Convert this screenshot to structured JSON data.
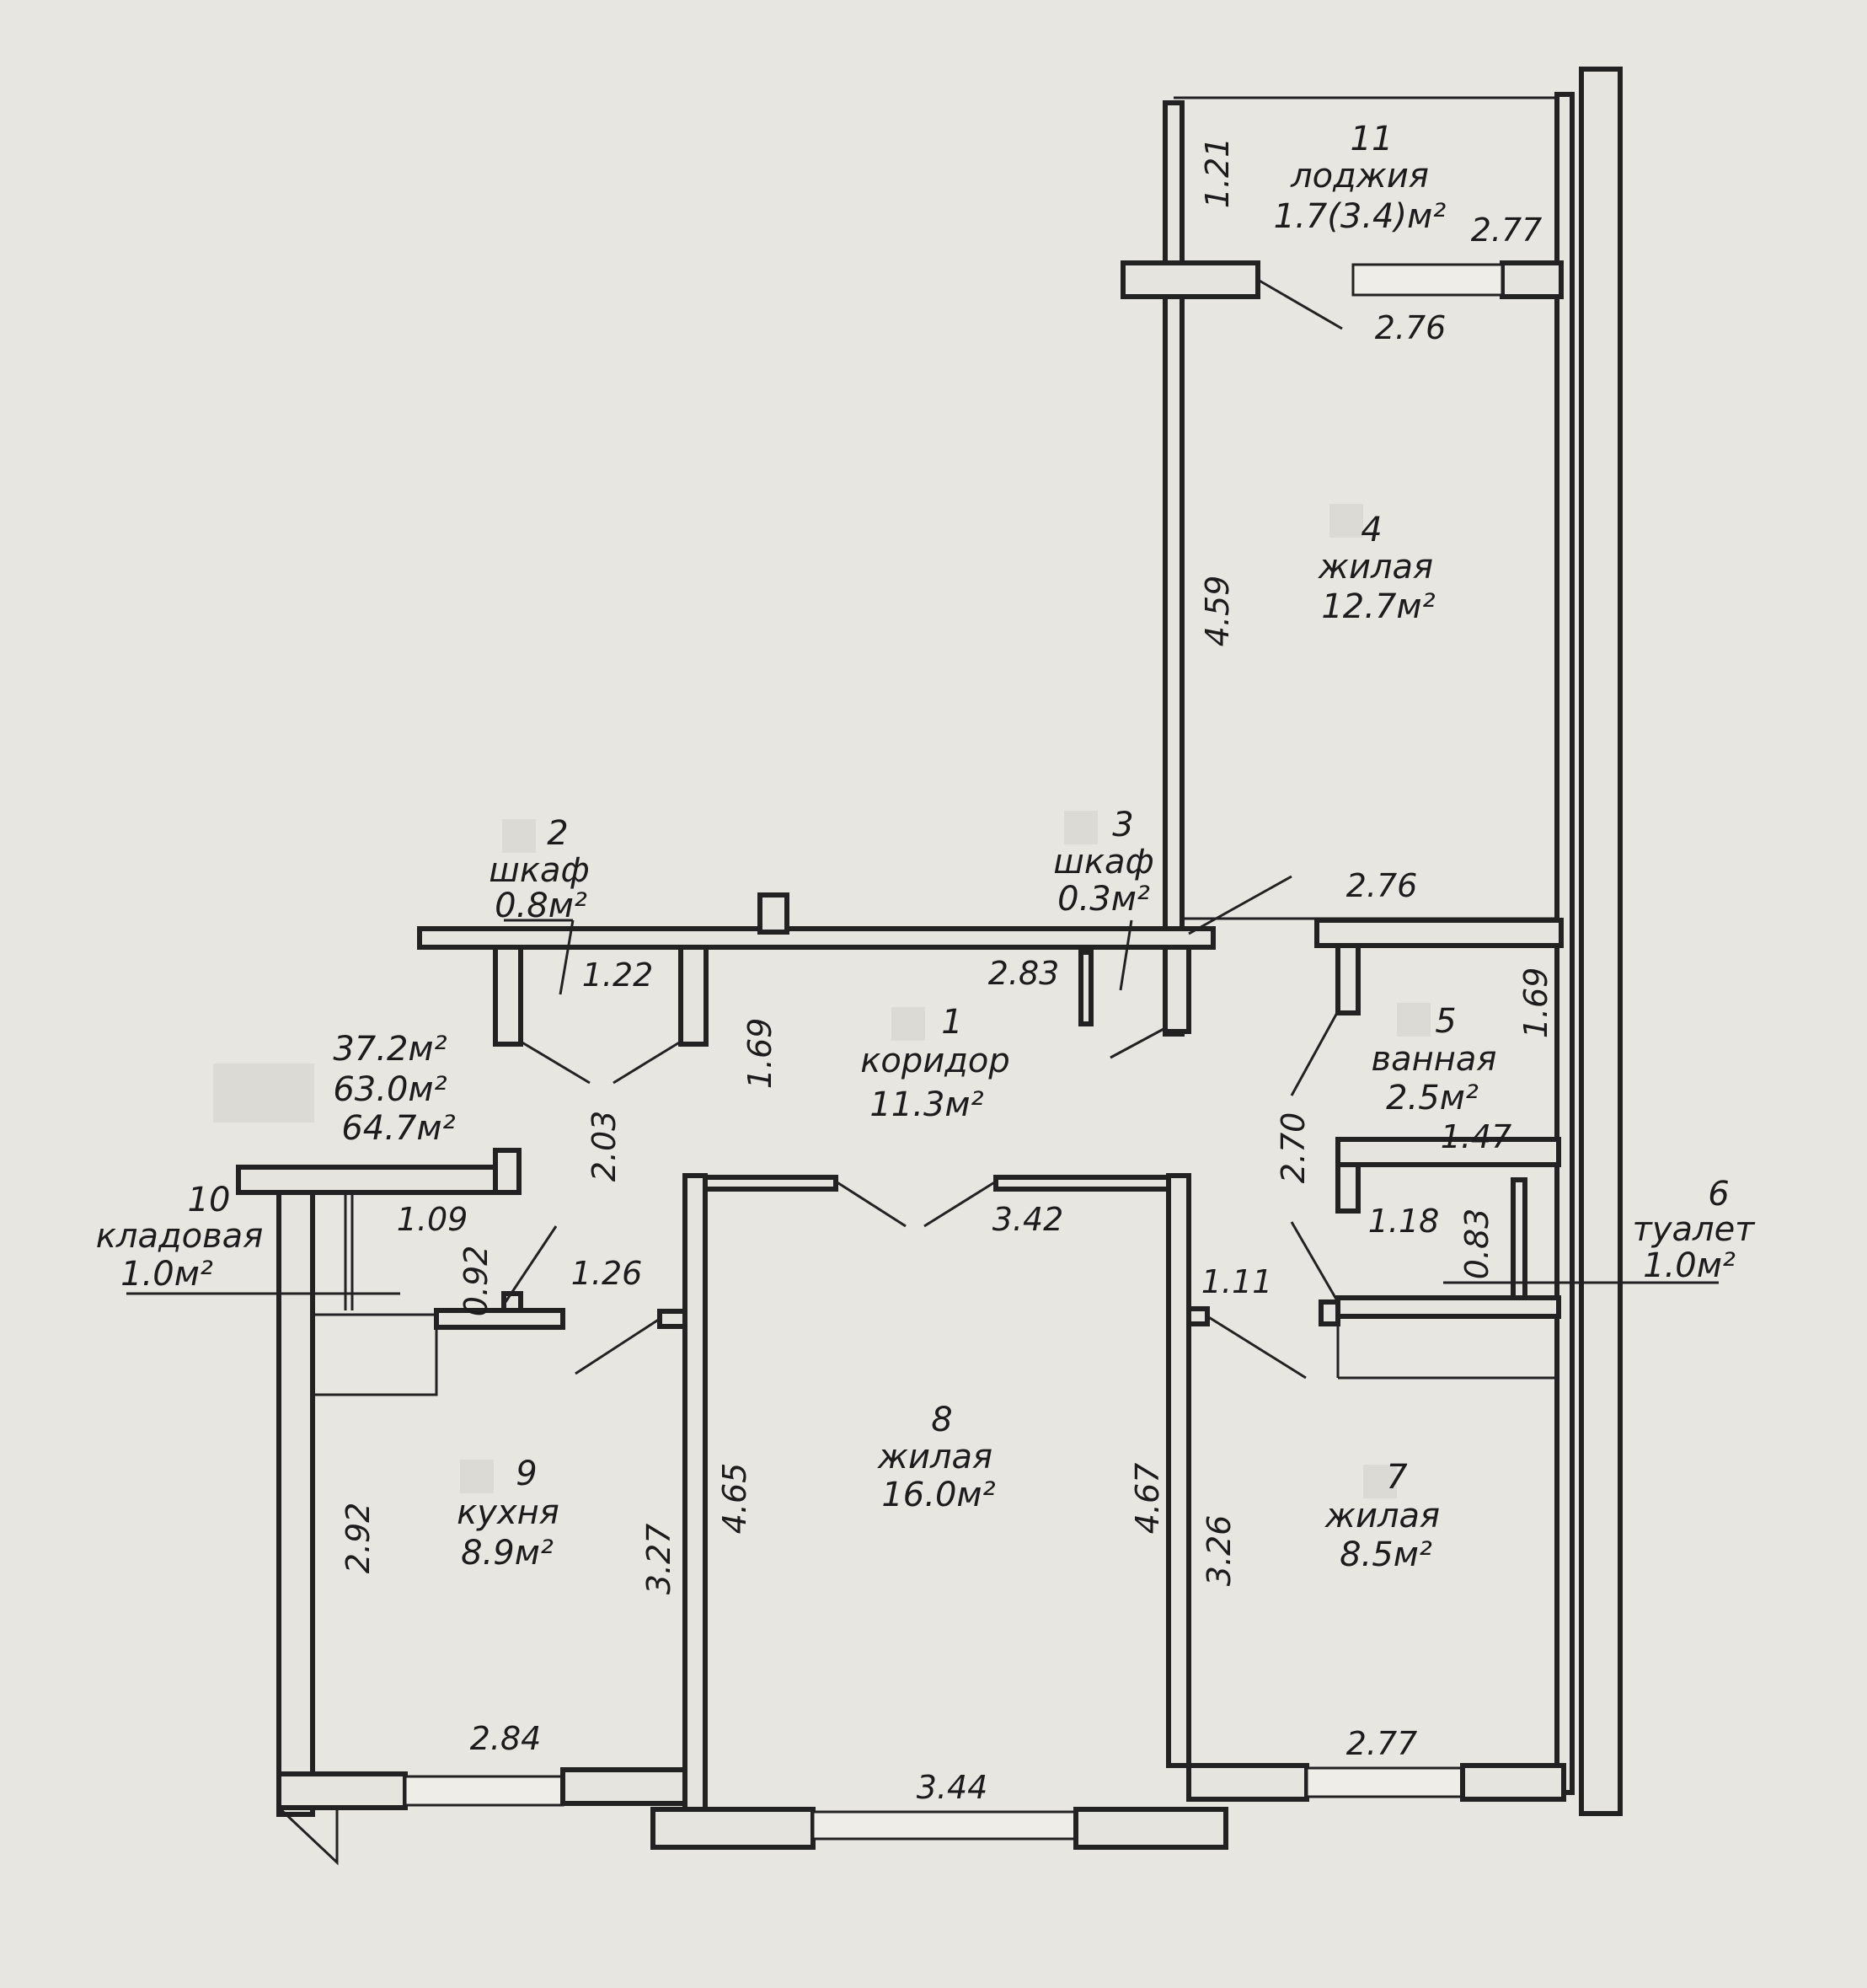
{
  "rooms": [
    {
      "num": "1",
      "name": "коридор",
      "area": "11.3м²"
    },
    {
      "num": "2",
      "name": "шкаф",
      "area": "0.8м²"
    },
    {
      "num": "3",
      "name": "шкаф",
      "area": "0.3м²"
    },
    {
      "num": "4",
      "name": "жилая",
      "area": "12.7м²"
    },
    {
      "num": "5",
      "name": "ванная",
      "area": "2.5м²"
    },
    {
      "num": "6",
      "name": "туалет",
      "area": "1.0м²"
    },
    {
      "num": "7",
      "name": "жилая",
      "area": "8.5м²"
    },
    {
      "num": "8",
      "name": "жилая",
      "area": "16.0м²"
    },
    {
      "num": "9",
      "name": "кухня",
      "area": "8.9м²"
    },
    {
      "num": "10",
      "name": "кладовая",
      "area": "1.0м²"
    },
    {
      "num": "11",
      "name": "лоджия",
      "area": "1.7(3.4)м²"
    }
  ],
  "totals": [
    "37.2м²",
    "63.0м²",
    "64.7м²"
  ],
  "dimensions": {
    "d121": "1.21",
    "d277a": "2.77",
    "d276a": "2.76",
    "d459": "4.59",
    "d276b": "2.76",
    "d122": "1.22",
    "d283": "2.83",
    "d169a": "1.69",
    "d169b": "1.69",
    "d203": "2.03",
    "d270": "2.70",
    "d147": "1.47",
    "d109": "1.09",
    "d092": "0.92",
    "d126": "1.26",
    "d342": "3.42",
    "d118": "1.18",
    "d083": "0.83",
    "d111": "1.11",
    "d292": "2.92",
    "d327": "3.27",
    "d465": "4.65",
    "d467": "4.67",
    "d326": "3.26",
    "d284": "2.84",
    "d344": "3.44",
    "d277b": "2.77"
  }
}
